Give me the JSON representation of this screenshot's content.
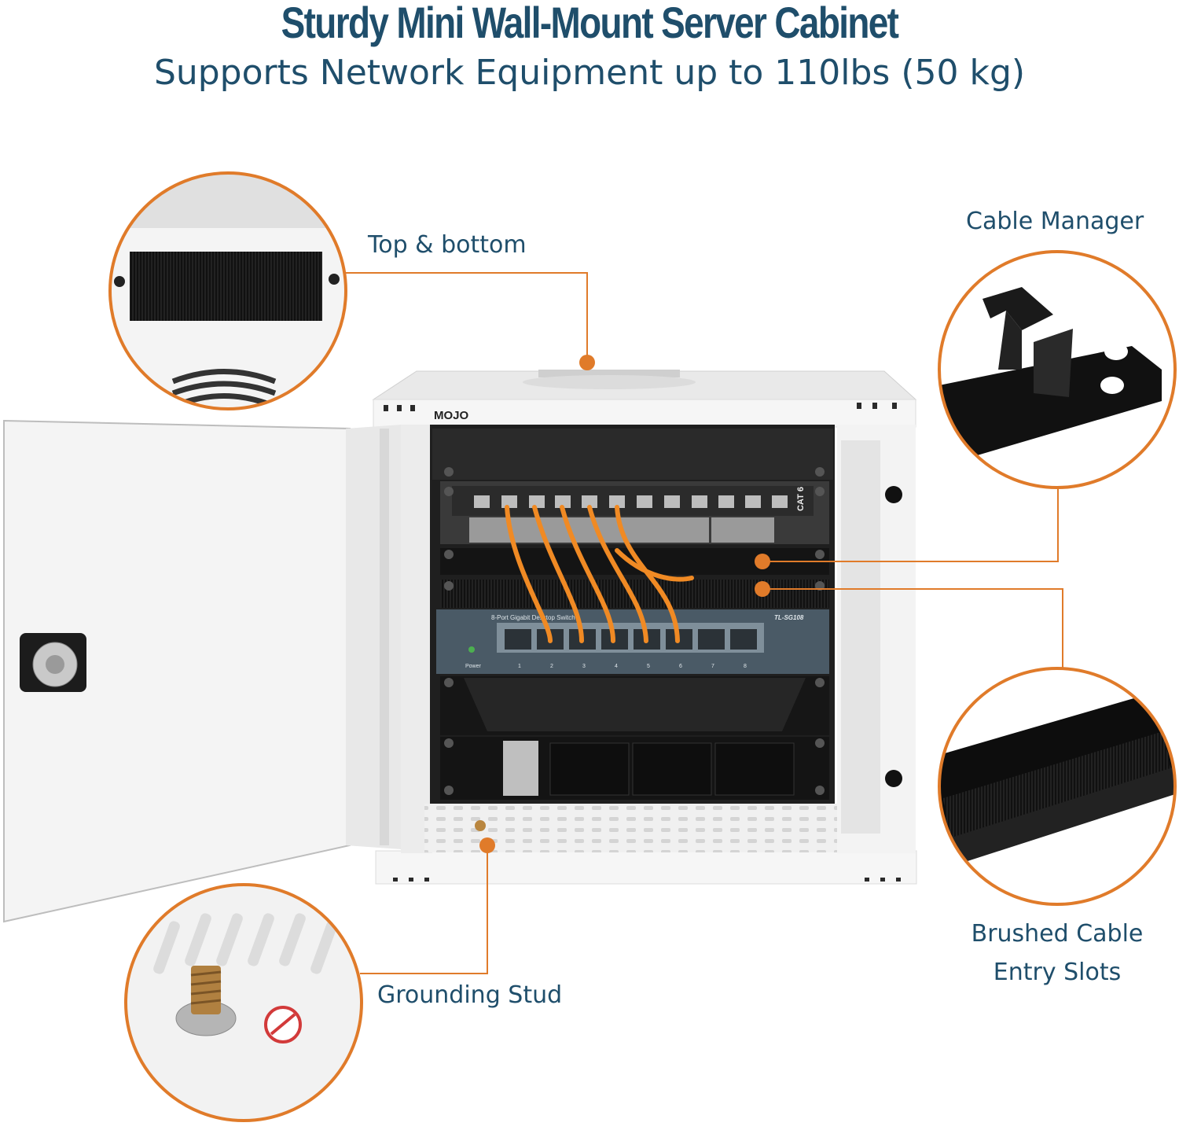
{
  "header": {
    "title": "Sturdy Mini Wall-Mount Server Cabinet",
    "subtitle": "Supports Network Equipment up to 110lbs (50 kg)"
  },
  "callouts": {
    "top_bottom": "Top & bottom",
    "cable_manager": "Cable Manager",
    "brushed_line1": "Brushed Cable",
    "brushed_line2": "Entry Slots",
    "grounding_stud": "Grounding Stud"
  },
  "product": {
    "brand_logo": "MOJO",
    "patch_panel_label": "CAT 6",
    "switch_name": "8-Port Gigabit Desktop Switch",
    "switch_model": "TL-SG108",
    "switch_power_label": "Power",
    "port_numbers": [
      "1",
      "2",
      "3",
      "4",
      "5",
      "6",
      "7",
      "8"
    ]
  },
  "colors": {
    "accent_orange": "#e07b2a",
    "heading_blue": "#1f4e6b",
    "cabinet_white": "#f2f2f2",
    "rack_black": "#1c1c1c"
  }
}
